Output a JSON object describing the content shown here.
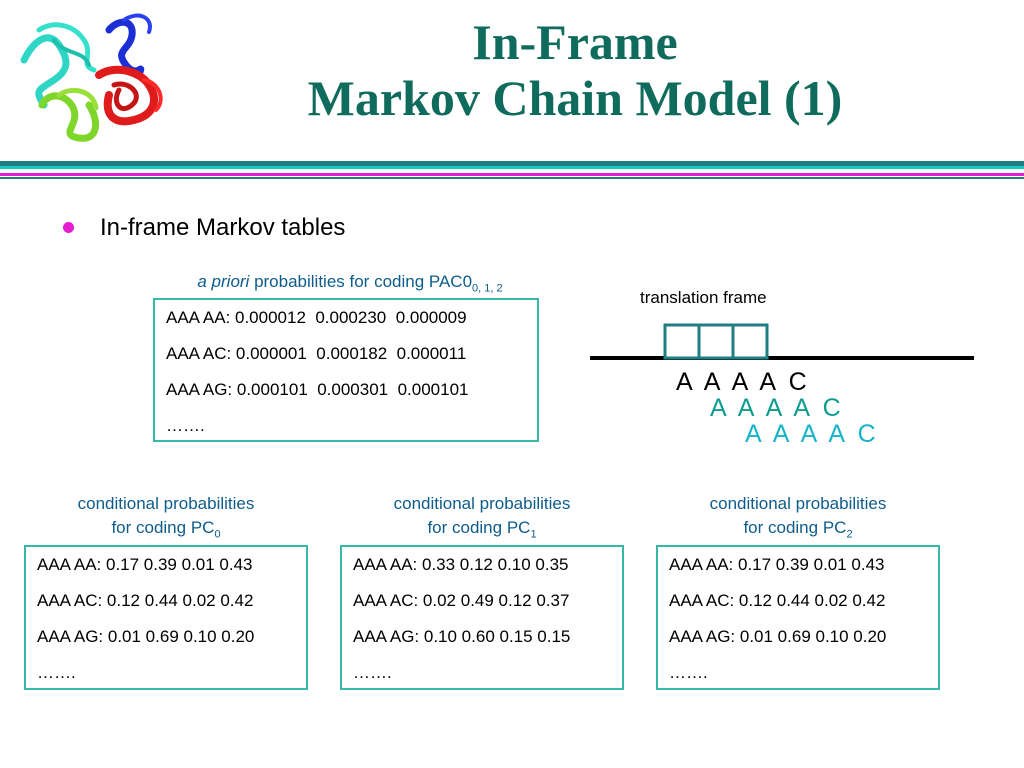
{
  "title": {
    "line1": "In-Frame",
    "line2": "Markov Chain Model (1)"
  },
  "colors": {
    "title": "#0f6b5b",
    "caption": "#0e5c8c",
    "box_border": "#35b9a9",
    "bullet": "#e51cd2",
    "rule_teal": "#1f7f80",
    "rule_magenta": "#e51cd2",
    "frame_2": "#0d9d8e",
    "frame_3": "#17b3c9"
  },
  "bullet": {
    "text": "In-frame Markov tables"
  },
  "prior": {
    "caption_italic": "a priori",
    "caption_main": " probabilities for coding PAC0",
    "caption_sub": "0, 1, 2",
    "rows": [
      "AAA AA: 0.000012  0.000230  0.000009",
      "AAA AC: 0.000001  0.000182  0.000011",
      "AAA AG: 0.000101  0.000301  0.000101",
      "……."
    ]
  },
  "translation_frame": {
    "label": "translation frame",
    "seq1": "A  A  A  A  C",
    "seq2": "A  A  A  A  C",
    "seq3": "A  A  A  A  C"
  },
  "conditional": [
    {
      "caption_line1": "conditional probabilities",
      "caption_line2": "for coding PC",
      "sub": "0",
      "rows": [
        "AAA AA: 0.17 0.39 0.01 0.43",
        "AAA AC: 0.12 0.44 0.02 0.42",
        "AAA AG: 0.01 0.69 0.10 0.20",
        "……."
      ]
    },
    {
      "caption_line1": "conditional probabilities",
      "caption_line2": "for coding PC",
      "sub": "1",
      "rows": [
        "AAA AA: 0.33 0.12 0.10 0.35",
        "AAA AC: 0.02 0.49 0.12 0.37",
        "AAA AG: 0.10 0.60 0.15 0.15",
        "……."
      ]
    },
    {
      "caption_line1": "conditional probabilities",
      "caption_line2": "for coding PC",
      "sub": "2",
      "rows": [
        "AAA AA: 0.17 0.39 0.01 0.43",
        "AAA AC: 0.12 0.44 0.02 0.42",
        "AAA AG: 0.01 0.69 0.10 0.20",
        "……."
      ]
    }
  ]
}
